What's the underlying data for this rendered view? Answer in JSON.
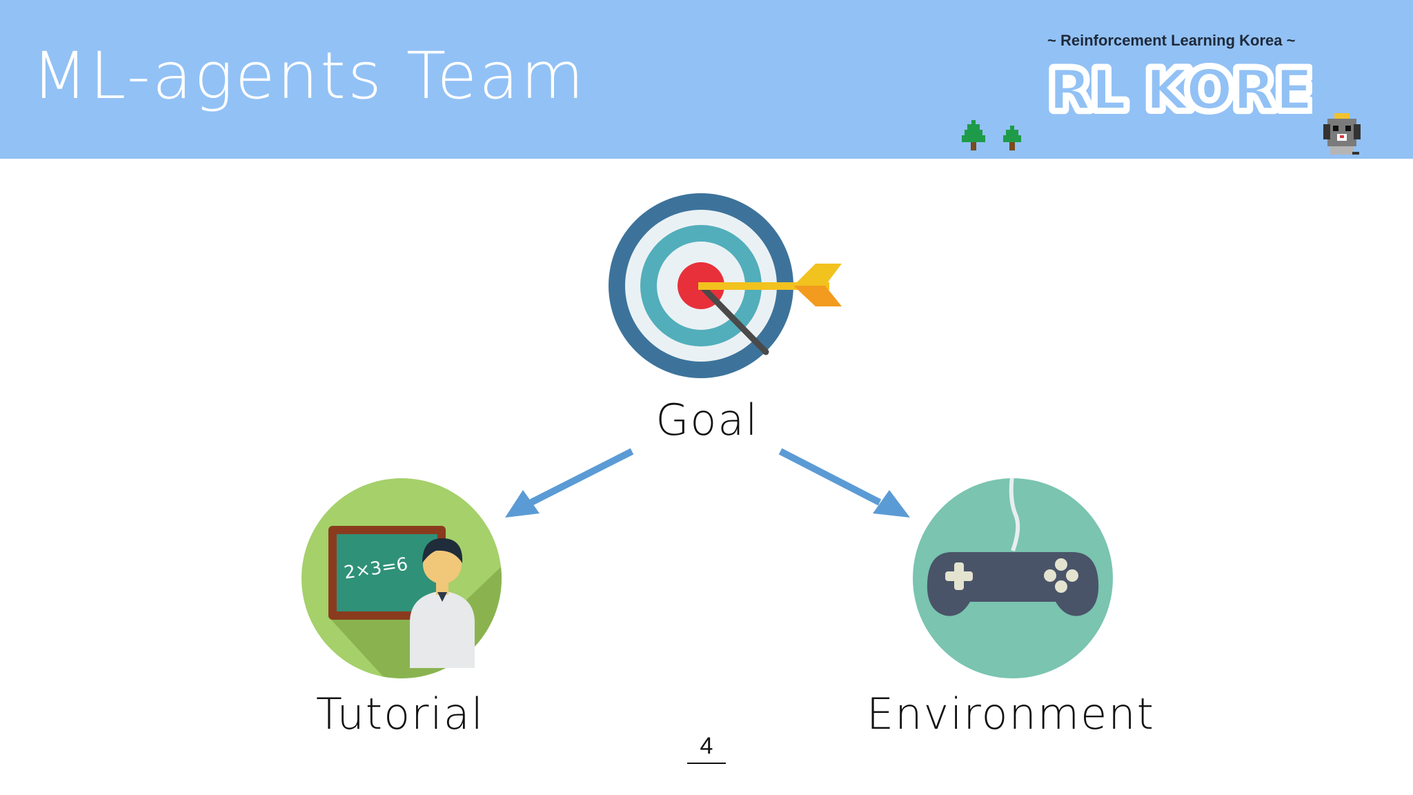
{
  "header": {
    "title": "ML-agents Team",
    "tagline": "~ Reinforcement Learning Korea ~",
    "logo_text": "RL KOREA"
  },
  "diagram": {
    "goal_label": "Goal",
    "tutorial_label": "Tutorial",
    "environment_label": "Environment",
    "chalkboard_text": "2×3=6"
  },
  "page_number": "4",
  "colors": {
    "header_bg": "#92c1f5",
    "arrow": "#5b9bd5",
    "tutorial_circle": "#a5d06a",
    "environment_circle": "#7ac4b0"
  },
  "icons": [
    "pine-tree-icon",
    "mascot-icon",
    "target-icon",
    "teacher-icon",
    "gamepad-icon"
  ]
}
